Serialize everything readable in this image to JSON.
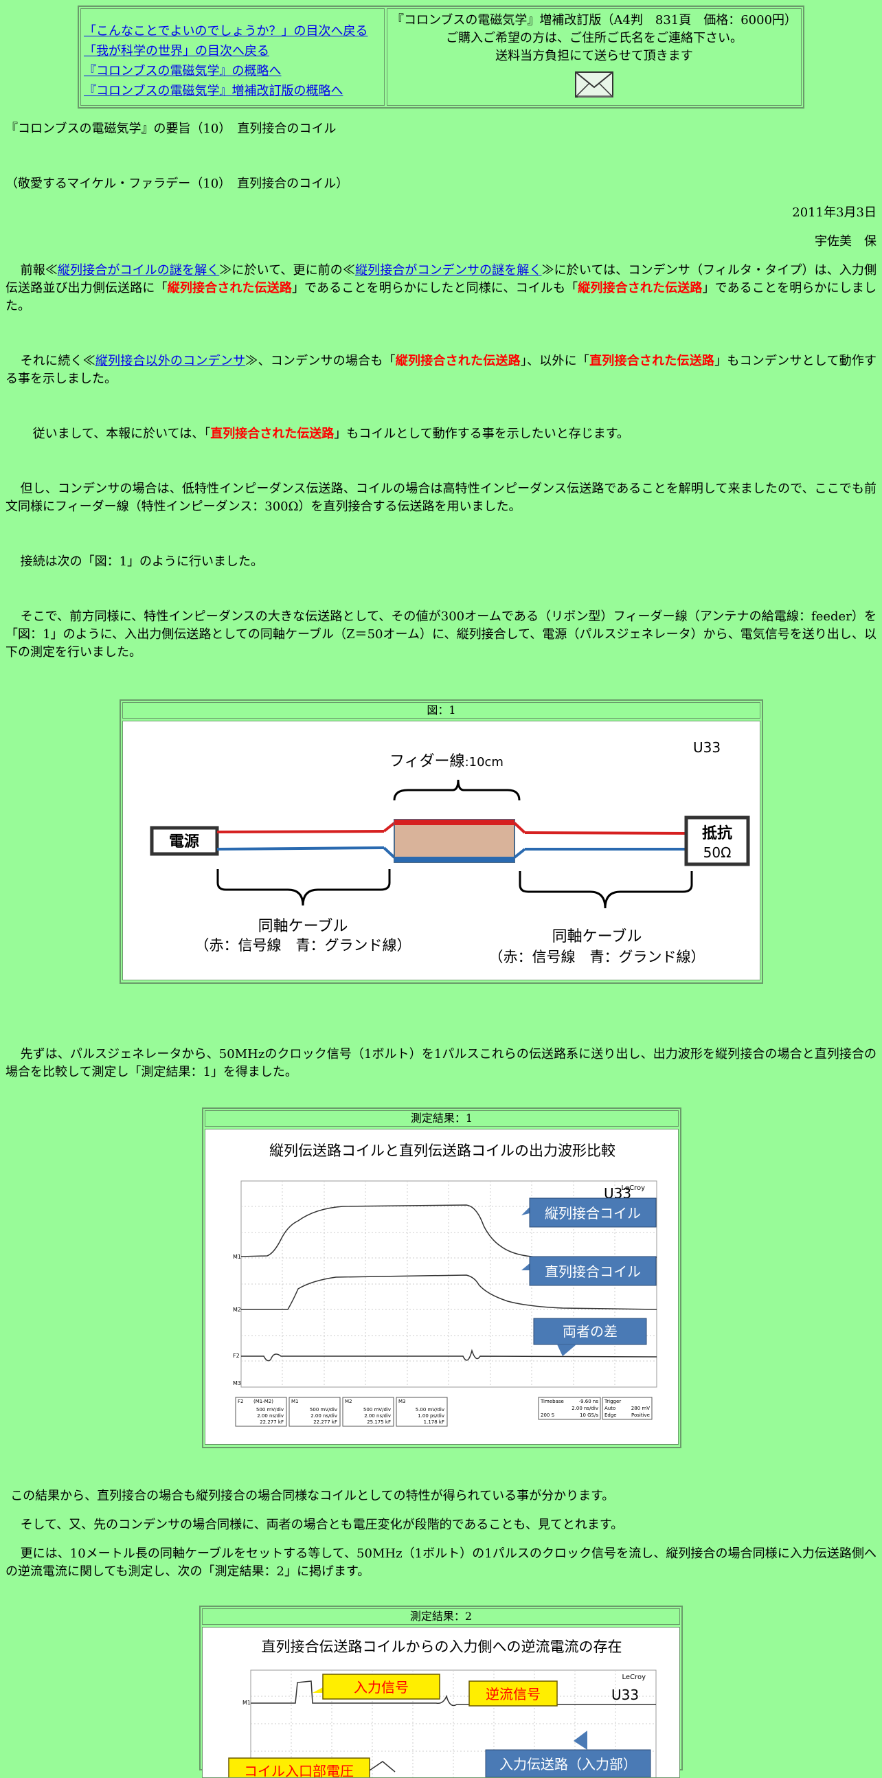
{
  "header": {
    "links": [
      "「こんなことでよいのでしょうか？」の目次へ戻る",
      "「我が科学の世界」の目次へ戻る",
      "『コロンブスの電磁気学』の概略へ",
      "『コロンブスの電磁気学』増補改訂版の概略へ"
    ],
    "book_info": "『コロンブスの電磁気学』増補改訂版（A4判　831頁　価格：6000円）",
    "order_line": "ご購入ご希望の方は、ご住所ご氏名をご連絡下さい。",
    "shipping_line": "送料当方負担にて送らせて頂きます"
  },
  "article": {
    "title": "『コロンブスの電磁気学』の要旨（10）　直列接合のコイル",
    "subtitle": "（敬愛するマイケル・ファラデー（10）　直列接合のコイル）",
    "date": "2011年3月3日",
    "author": "宇佐美　保",
    "p1": {
      "a": "前報≪",
      "link1": "縦列接合がコイルの謎を解く",
      "b": "≫に於いて、更に前の≪",
      "link2": "縦列接合がコンデンサの謎を解く",
      "c": "≫に於いては、コンデンサ（フィルタ・タイプ）は、入力側伝送路並び出力側伝送路に「",
      "red1": "縦列接合された伝送路",
      "d": "」であることを明らかにしたと同様に、コイルも「",
      "red2": "縦列接合された伝送路",
      "e": "」であることを明らかにしました。"
    },
    "p2": {
      "a": "それに続く≪",
      "link": "縦列接合以外のコンデンサ",
      "b": "≫、コンデンサの場合も「",
      "red1": "縦列接合された伝送路",
      "c": "」、以外に「",
      "red2": "直列接合された伝送路",
      "d": "」もコンデンサとして動作する事を示しました。"
    },
    "p3": {
      "a": "従いまして、本報に於いては、「",
      "red": "直列接合された伝送路",
      "b": "」もコイルとして動作する事を示したいと存じます。"
    },
    "p4": "但し、コンデンサの場合は、低特性インピーダンス伝送路、コイルの場合は高特性インピーダンス伝送路であることを解明して来ましたので、ここでも前文同様にフィーダー線（特性インピーダンス：300Ω）を直列接合する伝送路を用いました。",
    "p5": "接続は次の「図：1」のように行いました。",
    "p6": "そこで、前方同様に、特性インピーダンスの大きな伝送路として、その値が300オームである（リボン型）フィーダー線（アンテナの給電線：feeder）を「図：1」のように、入出力側伝送路としての同軸ケーブル（Z＝50オーム）に、縦列接合して、電源（パルスジェネレータ）から、電気信号を送り出し、以下の測定を行いました。",
    "p7": "先ずは、パルスジェネレータから、50MHzのクロック信号（1ボルト）を1パルスこれらの伝送路系に送り出し、出力波形を縦列接合の場合と直列接合の場合を比較して測定し「測定結果：1」を得ました。",
    "p8": "この結果から、直列接合の場合も縦列接合の場合同様なコイルとしての特性が得られている事が分かります。",
    "p9": "そして、又、先のコンデンサの場合同様に、両者の場合とも電圧変化が段階的であることも、見てとれます。",
    "p10": "更には、10メートル長の同軸ケーブルをセットする等して、50MHz（1ボルト）の1パルスのクロック信号を流し、縦列接合の場合同様に入力伝送路側への逆流電流に関しても測定し、次の「測定結果：2」に掲げます。"
  },
  "figure1": {
    "caption": "図：1",
    "feeder_label": "フィダー線",
    "feeder_len": ":10cm",
    "id": "U33",
    "source": "電源",
    "resistor": "抵抗",
    "resistor_val": "50Ω",
    "coax1": "同軸ケーブル",
    "coax1_sub": "（赤：信号線　青：グランド線）",
    "coax2": "同軸ケーブル",
    "coax2_sub": "（赤：信号線　青：グランド線）"
  },
  "result1": {
    "caption": "測定結果：1",
    "title": "縦列伝送路コイルと直列伝送路コイルの出力波形比較",
    "id": "U33",
    "brand": "LeCroy",
    "label1": "縦列接合コイル",
    "label2": "直列接合コイル",
    "label3": "両者の差",
    "ch_labels": [
      "M1",
      "M2",
      "F2",
      "M3"
    ],
    "readouts": [
      [
        "F2",
        "(M1-M2)",
        "500 mV/div",
        "2.00 ns/div",
        "22.277 kF"
      ],
      [
        "M1",
        "",
        "500 mV/div",
        "2.00 ns/div",
        "22.277 kF"
      ],
      [
        "M2",
        "",
        "500 mV/div",
        "2.00 ns/div",
        "25.175 kF"
      ],
      [
        "M3",
        "",
        "5.00 mV/div",
        "1.00 ps/div",
        "1.178 kF"
      ]
    ],
    "timebase": [
      "Timebase",
      "-9.60 ns",
      "Trigger",
      "2.00 ns/div",
      "Auto",
      "280 mV",
      "200 S",
      "10 GS/s",
      "Edge",
      "Positive"
    ]
  },
  "result2": {
    "caption": "測定結果：2",
    "title": "直列接合伝送路コイルからの入力側への逆流電流の存在",
    "id": "U33",
    "brand": "LeCroy",
    "label1": "入力信号",
    "label2": "逆流信号",
    "label3": "コイル入口部電圧",
    "label4": "入力伝送路（入力部）",
    "ch_label": "M1"
  },
  "colors": {
    "background": "#98fb98",
    "link": "#0000ee",
    "highlight": "#ff0000"
  },
  "icons": [
    "mail-icon"
  ]
}
